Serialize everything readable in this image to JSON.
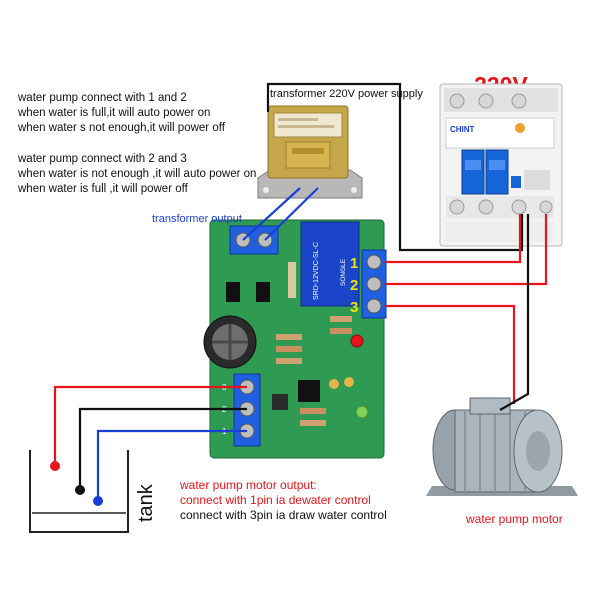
{
  "notes": {
    "mode_12": [
      "water pump connect with 1 and 2",
      "when water is full,it will auto power on",
      "when water s not enough,it will power off"
    ],
    "mode_23": [
      "water pump connect with 2 and 3",
      "when water is not enough ,it will auto power on",
      "when water is full ,it will power off"
    ]
  },
  "labels": {
    "power_supply": "transformer 220V power supply",
    "voltage": "220V",
    "transformer_output": "transformer output",
    "tank": "tank",
    "pump_motor": "water pump motor"
  },
  "terminals": [
    "1",
    "2",
    "3"
  ],
  "sensor_pins": [
    "3",
    "2",
    "1"
  ],
  "motor_output": {
    "title": "water pump motor output:",
    "line1": "connect with 1pin ia dewater control",
    "line2": "connect with 3pin ia draw water control"
  },
  "components": {
    "breaker_brand": "CHINT",
    "relay_marking": "SRD-12VDC-SL-C",
    "relay_brand": "SONGLE"
  },
  "colors": {
    "accent_red": "#e8141b",
    "accent_blue": "#1a3fd6",
    "terminal_label": "#f2e200",
    "pcb_green": "#2f9a52",
    "wire_black": "#111111"
  }
}
